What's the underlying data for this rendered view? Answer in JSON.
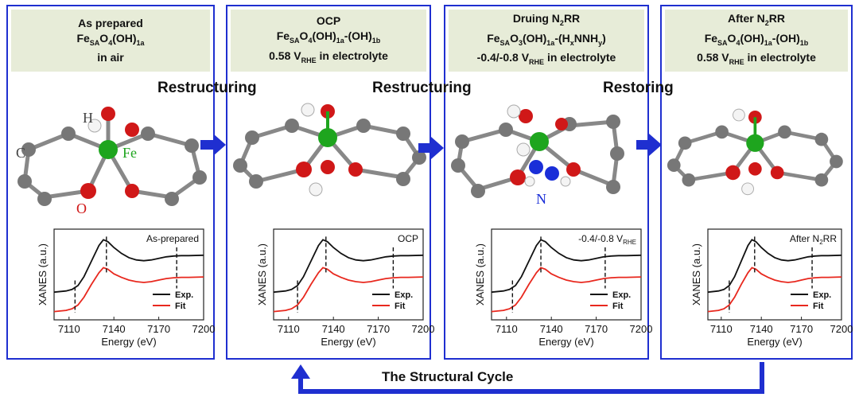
{
  "panels": [
    {
      "id": "as-prepared",
      "line1": "As prepared",
      "line2": {
        "a": "Fe",
        "sub1": "SA",
        "b": "O",
        "sub2": "4",
        "c": "(OH)",
        "sub3": "1a",
        "d": "",
        "sub4": "",
        "e": ""
      },
      "line3": "in air",
      "plot_label": {
        "main": "As-prepared",
        "sub": ""
      },
      "atom_labels": {
        "c": "C",
        "h": "H",
        "fe": "Fe",
        "o": "O"
      }
    },
    {
      "id": "ocp",
      "line1": "OCP",
      "line2": {
        "a": "Fe",
        "sub1": "SA",
        "b": "O",
        "sub2": "4",
        "c": "(OH)",
        "sub3": "1a",
        "d": "-(OH)",
        "sub4": "1b",
        "e": ""
      },
      "line3": {
        "a": "0.58 V",
        "sub": "RHE",
        "b": " in  electrolyte"
      },
      "plot_label": {
        "main": "OCP",
        "sub": ""
      }
    },
    {
      "id": "during-n2rr",
      "line1": {
        "a": "Druing N",
        "sub": "2",
        "b": "RR"
      },
      "line2": {
        "a": "Fe",
        "sub1": "SA",
        "b": "O",
        "sub2": "3",
        "c": "(OH)",
        "sub3": "1a",
        "d": "-(H",
        "sub4": "x",
        "e": "NNH",
        "sub5": "y",
        "f": ")"
      },
      "line3": {
        "a": "-0.4/-0.8 V",
        "sub": "RHE",
        "b": " in electrolyte"
      },
      "plot_label": {
        "main": "-0.4/-0.8 V",
        "sub": "RHE"
      },
      "atom_labels": {
        "n": "N"
      }
    },
    {
      "id": "after-n2rr",
      "line1": {
        "a": "After  N",
        "sub": "2",
        "b": "RR"
      },
      "line2": {
        "a": "Fe",
        "sub1": "SA",
        "b": "O",
        "sub2": "4",
        "c": "(OH)",
        "sub3": "1a",
        "d": "-(OH)",
        "sub4": "1b",
        "e": ""
      },
      "line3": {
        "a": "0.58 V",
        "sub": "RHE",
        "b": " in electrolyte"
      },
      "plot_label": {
        "main": "After N",
        "sub": "2",
        "tail": "RR"
      }
    }
  ],
  "phases": [
    "Restructuring",
    "Restructuring",
    "Restoring"
  ],
  "cycle_label": "The Structural Cycle",
  "chart_data": {
    "type": "line",
    "xlabel": "Energy (eV)",
    "ylabel": "XANES (a.u.)",
    "xlim": [
      7100,
      7200
    ],
    "xticks": [
      7110,
      7140,
      7170,
      7200
    ],
    "legend": [
      "Exp.",
      "Fit"
    ],
    "legend_placement": "bottom-right",
    "colors": {
      "exp": "#111111",
      "fit": "#e8281e"
    },
    "series_x": [
      7100,
      7108,
      7112,
      7116,
      7120,
      7125,
      7130,
      7133,
      7136,
      7140,
      7145,
      7150,
      7155,
      7160,
      7165,
      7170,
      7175,
      7180,
      7185,
      7190,
      7200
    ],
    "series": [
      {
        "name": "Exp.",
        "values": [
          0.55,
          0.58,
          0.62,
          0.72,
          0.95,
          1.35,
          1.75,
          1.9,
          1.85,
          1.7,
          1.55,
          1.44,
          1.38,
          1.36,
          1.38,
          1.42,
          1.46,
          1.48,
          1.49,
          1.49,
          1.5
        ]
      },
      {
        "name": "Fit",
        "values": [
          0.05,
          0.08,
          0.12,
          0.22,
          0.42,
          0.75,
          1.05,
          1.18,
          1.14,
          1.02,
          0.93,
          0.86,
          0.82,
          0.8,
          0.82,
          0.86,
          0.9,
          0.92,
          0.93,
          0.93,
          0.94
        ]
      }
    ],
    "dashed_markers": [
      [
        7114,
        7135,
        7182
      ],
      [
        7116,
        7135,
        7180
      ],
      [
        7114,
        7133,
        7176
      ],
      [
        7116,
        7135,
        7178
      ]
    ]
  }
}
